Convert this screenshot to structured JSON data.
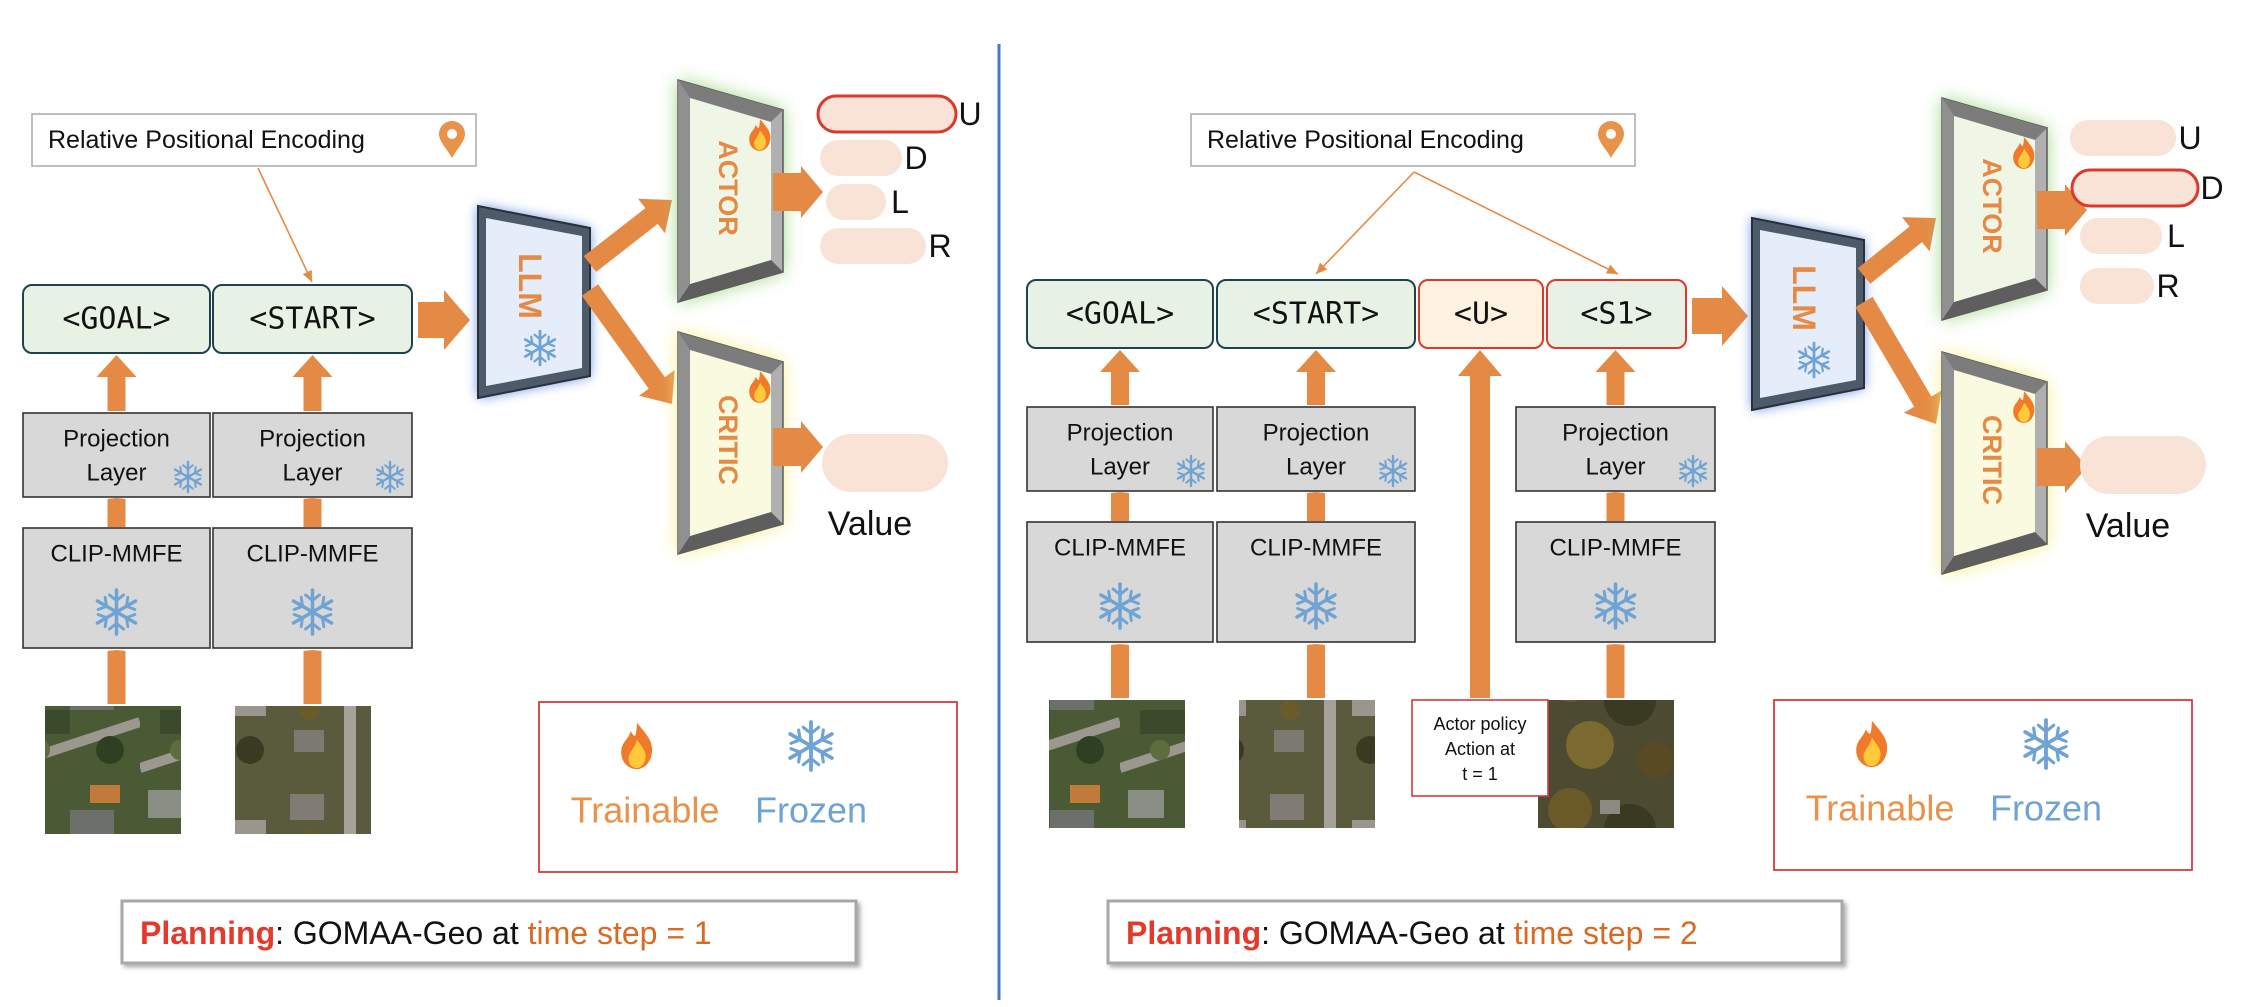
{
  "colors": {
    "arrow": "#e58a45",
    "token_fill": "#e8f2e4",
    "token_border": "#1f4250",
    "grey_box": "#d8d8d8",
    "planning_red": "#e53a2b",
    "time_step_orange": "#d96a24",
    "trainable_orange": "#e8924a",
    "frozen_blue": "#6fa3d4",
    "legend_border": "#d23c3c",
    "actor_glow": "#8ccf6a",
    "critic_glow": "#f5ee72",
    "llm_glow": "#4f7fe0",
    "divider": "#4a78c2"
  },
  "icons": [
    "location-pin-icon",
    "fire-icon",
    "snowflake-icon"
  ],
  "left_panel": {
    "rpe_label": "Relative Positional Encoding",
    "tokens": [
      "<GOAL>",
      "<START>"
    ],
    "projection_label_1": "Projection",
    "projection_label_2": "Layer",
    "clip_label": "CLIP-MMFE",
    "llm_label": "LLM",
    "actor_label": "ACTOR",
    "critic_label": "CRITIC",
    "actions": [
      "U",
      "D",
      "L",
      "R"
    ],
    "selected_action": "U",
    "value_label": "Value",
    "legend": {
      "trainable": "Trainable",
      "frozen": "Frozen"
    },
    "caption": {
      "planning": "Planning",
      "middle": ": GOMAA-Geo at ",
      "time_step": "time step = 1"
    }
  },
  "right_panel": {
    "rpe_label": "Relative Positional Encoding",
    "tokens": [
      "<GOAL>",
      "<START>",
      "<U>",
      "<S1>"
    ],
    "projection_label_1": "Projection",
    "projection_label_2": "Layer",
    "clip_label": "CLIP-MMFE",
    "actor_policy_note": [
      "Actor policy",
      "Action at",
      "t = 1"
    ],
    "llm_label": "LLM",
    "actor_label": "ACTOR",
    "critic_label": "CRITIC",
    "actions": [
      "U",
      "D",
      "L",
      "R"
    ],
    "selected_action": "D",
    "value_label": "Value",
    "legend": {
      "trainable": "Trainable",
      "frozen": "Frozen"
    },
    "caption": {
      "planning": "Planning",
      "middle": ": GOMAA-Geo at ",
      "time_step": "time step = 2"
    }
  }
}
